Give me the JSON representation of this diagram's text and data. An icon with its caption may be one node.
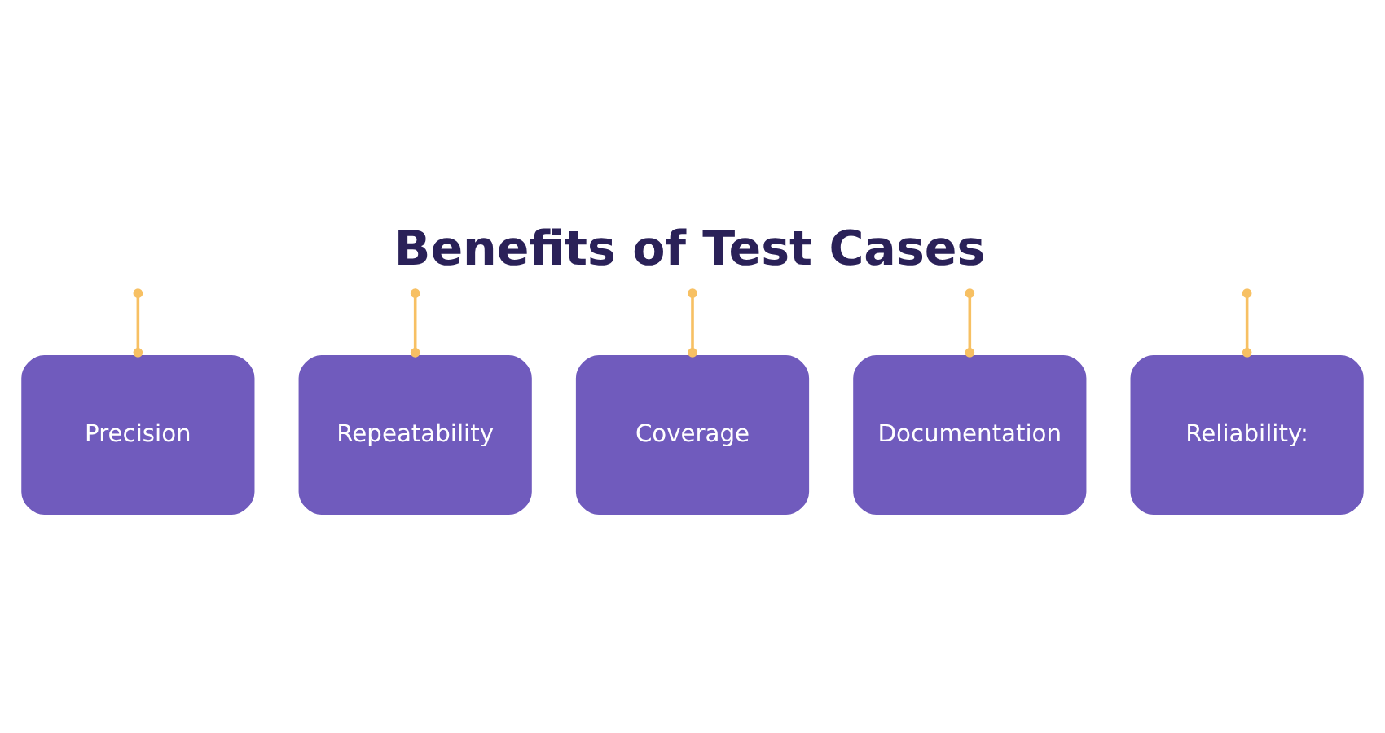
{
  "diagram": {
    "title": "Benefits of Test Cases",
    "nodes": [
      {
        "text": [
          "Precision"
        ]
      },
      {
        "text": [
          "Repeatability"
        ]
      },
      {
        "text": [
          "Coverage"
        ]
      },
      {
        "text": [
          "Documentation"
        ]
      },
      {
        "text": [
          "Reliability:"
        ]
      }
    ],
    "edges": [
      {
        "from": null,
        "to": 0,
        "arrow": "other"
      },
      {
        "from": null,
        "to": 1,
        "arrow": "other"
      },
      {
        "from": null,
        "to": 2,
        "arrow": "other"
      },
      {
        "from": null,
        "to": 3,
        "arrow": "other"
      },
      {
        "from": null,
        "to": 4,
        "arrow": "other"
      }
    ]
  }
}
